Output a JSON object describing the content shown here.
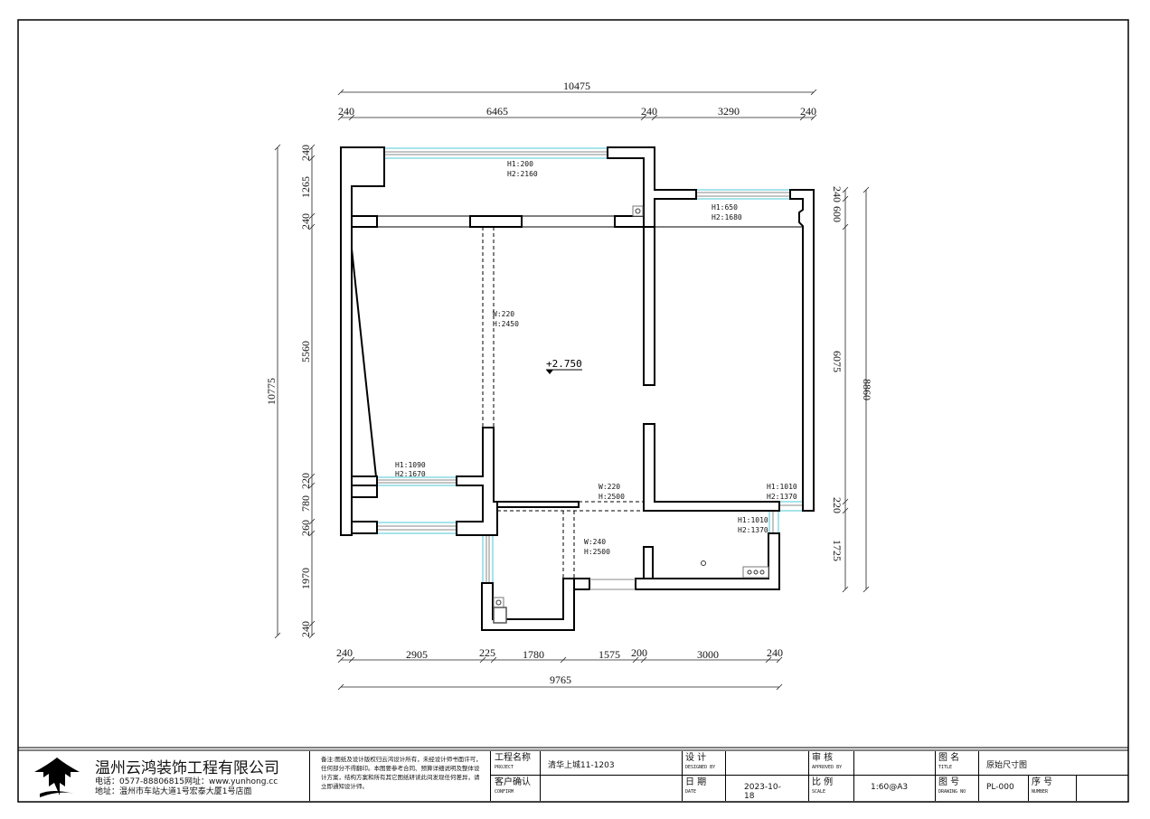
{
  "plan": {
    "elevation": "+2.750",
    "dims_top": {
      "total": "10475",
      "segments": [
        "240",
        "6465",
        "240",
        "3290",
        "240"
      ]
    },
    "dims_left": {
      "total": "10775",
      "segments": [
        "240",
        "1265",
        "240",
        "5560",
        "220",
        "780",
        "260",
        "1970",
        "240"
      ]
    },
    "dims_right": {
      "total": "8860",
      "segments": [
        "240",
        "600",
        "6075",
        "220",
        "1725"
      ]
    },
    "dims_bottom": {
      "total": "9765",
      "segments": [
        "240",
        "2905",
        "225",
        "1780",
        "1575",
        "200",
        "3000",
        "240"
      ]
    },
    "windows": [
      {
        "h1": "H1:200",
        "h2": "H2:2160"
      },
      {
        "h1": "H1:650",
        "h2": "H2:1680"
      },
      {
        "h1": "H1:1090",
        "h2": "H2:1670"
      },
      {
        "h1": "H1:1010",
        "h2": "H2:1370"
      },
      {
        "h1": "H1:1010",
        "h2": "H2:1370"
      }
    ],
    "openings": [
      {
        "w": "W:220",
        "h": "H:2450"
      },
      {
        "w": "W:220",
        "h": "H:2500"
      },
      {
        "w": "W:240",
        "h": "H:2500"
      }
    ]
  },
  "title_block": {
    "company": "温州云鸿装饰工程有限公司",
    "phone": "电话：0577-88806815网址：www.yunhong.cc",
    "address": "地址：温州市车站大道1号宏泰大厦1号店面",
    "note": "备注:图纸及设计版权归云鸿设计所有，未经设计师书面许可，任何部分不得翻印。本图要参考合同、预算详细说明及整体设计方案，结构方案和所有其它图纸研读此间发现任何差异，请立即通知设计师。",
    "project_label": "工程名称",
    "project_sub": "PROJECT",
    "project": "清华上城11-1203",
    "confirm_label": "客户确认",
    "confirm_sub": "CONFIRM",
    "designed_label": "设 计",
    "designed_sub": "DESIGNED BY",
    "date_label": "日 期",
    "date_sub": "DATE",
    "date": "2023-10-18",
    "approved_label": "审 核",
    "approved_sub": "APPROVED BY",
    "scale_label": "比 例",
    "scale_sub": "SCALE",
    "scale": "1:60@A3",
    "title_label": "图 名",
    "title_sub": "TITLE",
    "title": "原始尺寸图",
    "drawing_label": "图 号",
    "drawing_sub": "DRAWING NO",
    "drawing_no": "PL-000",
    "number_label": "序 号",
    "number_sub": "NUMBER"
  }
}
